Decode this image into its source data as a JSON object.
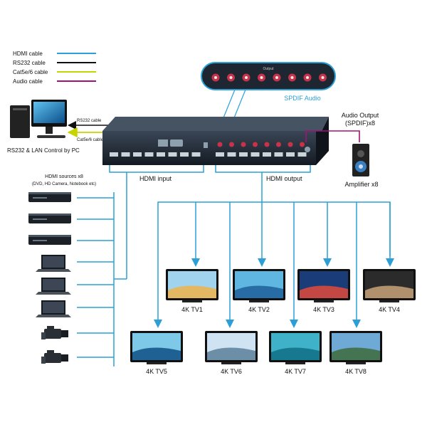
{
  "legend": {
    "items": [
      {
        "label": "HDMI cable",
        "color": "#2b9fd6"
      },
      {
        "label": "RS232 cable",
        "color": "#111111"
      },
      {
        "label": "Cat5e/6 cable",
        "color": "#c8d400"
      },
      {
        "label": "Audio cable",
        "color": "#a0137a"
      }
    ]
  },
  "pc": {
    "label": "RS232 & LAN Control by PC",
    "rs232_label": "RS232 cable",
    "cat_label": "Cat5e/6 cable"
  },
  "spdif_bar": {
    "header": "Output",
    "label": "SPDIF Audio"
  },
  "matrix": {
    "hdmi_input_label": "HDMI input",
    "hdmi_output_label": "HDMI output"
  },
  "amplifier": {
    "title_line1": "Audio Output",
    "title_line2": "(SPDIF)x8",
    "label": "Amplifier x8"
  },
  "sources": {
    "title_line1": "HDMI sources x8",
    "title_line2": "(DVD, HD Camera, Notebook etc)"
  },
  "tvs": [
    {
      "label": "4K TV1"
    },
    {
      "label": "4K TV2"
    },
    {
      "label": "4K TV3"
    },
    {
      "label": "4K TV4"
    },
    {
      "label": "4K TV5"
    },
    {
      "label": "4K TV6"
    },
    {
      "label": "4K TV7"
    },
    {
      "label": "4K TV8"
    }
  ]
}
